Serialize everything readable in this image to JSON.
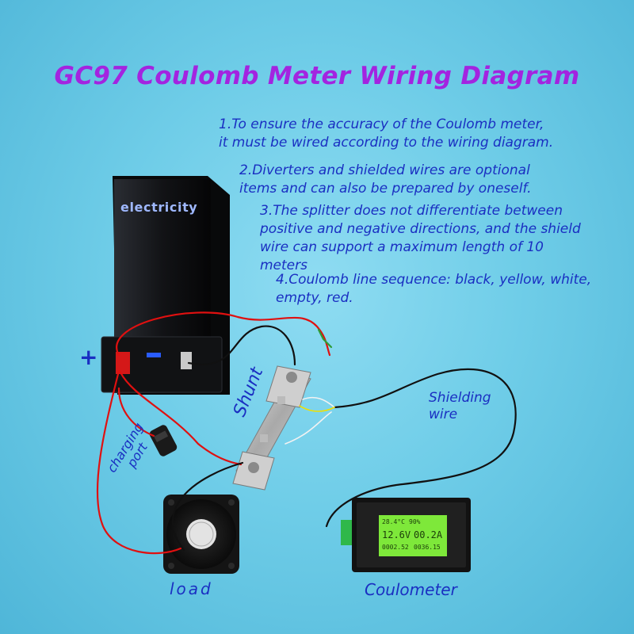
{
  "title": "GC97 Coulomb Meter Wiring Diagram",
  "notes": [
    "1.To ensure the accuracy of the Coulomb meter,\n it must be wired according to the wiring diagram.",
    "2.Diverters and shielded wires are optional\nitems and can also be prepared by oneself.",
    "3.The splitter does not differentiate between\n positive and negative directions, and the shield\nwire can support a maximum length of 10\nmeters",
    "4.Coulomb line sequence: black, yellow, white,\nempty, red."
  ],
  "labels": {
    "battery": "electricity",
    "plus": "+",
    "shunt": "Shunt",
    "charging_port": "charging\nport",
    "shielding_wire": "Shielding\nwire",
    "load": "load",
    "coulometer": "Coulometer"
  },
  "meter_screen": {
    "temperature": "28.4°C",
    "percent": "90%",
    "voltage": "12.6V",
    "current": "00.2A",
    "capacity": "0002.52",
    "time": "0036.15"
  },
  "colors": {
    "title": "#a324e0",
    "text": "#1a2fc2",
    "red_wire": "#e01010",
    "black_wire": "#111111",
    "screen": "#7ee83a"
  }
}
